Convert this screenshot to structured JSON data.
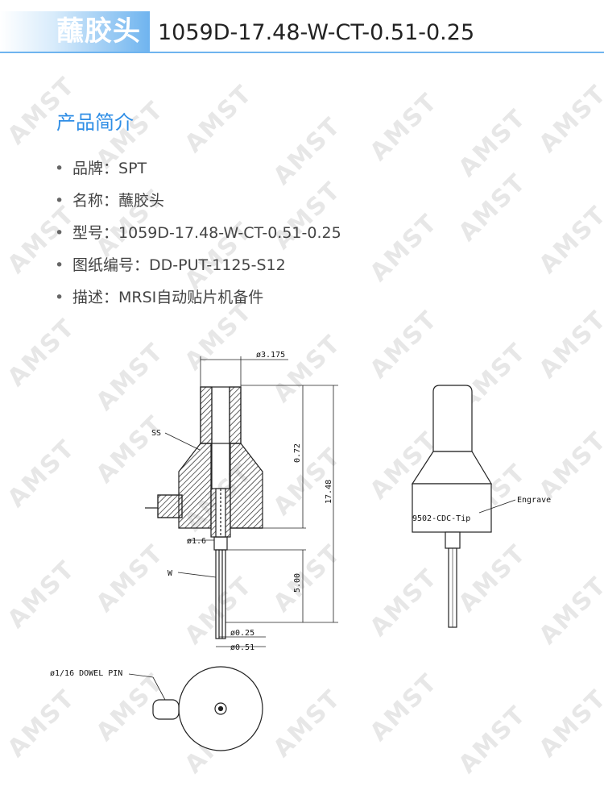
{
  "header": {
    "product_name": "蘸胶头",
    "model": "1059D-17.48-W-CT-0.51-0.25",
    "accent_color": "#6fb4ef"
  },
  "watermark_text": "AMST",
  "section": {
    "title": "产品简介",
    "title_color": "#2f8ee6"
  },
  "info_items": [
    {
      "label": "品牌",
      "sep": "：",
      "value": "SPT"
    },
    {
      "label": "名称",
      "sep": "：",
      "value": "蘸胶头"
    },
    {
      "label": "型号",
      "sep": "：",
      "value": "1059D-17.48-W-CT-0.51-0.25"
    },
    {
      "label": "图纸编号",
      "sep": "：",
      "value": "DD-PUT-1125-S12"
    },
    {
      "label": "描述",
      "sep": "：",
      "value": "MRSI自动贴片机备件"
    }
  ],
  "drawing": {
    "dia_top": "ø3.175",
    "material": "SS",
    "dim_072": "0.72",
    "dim_total": "17.48",
    "dia_16": "ø1.6",
    "wire": "W",
    "dim_500": "5.00",
    "dia_025": "ø0.25",
    "dia_051": "ø0.51",
    "engrave_label": "Engrave",
    "engrave_text": "9502-CDC-Tip",
    "dowel_pin": "ø1/16 DOWEL PIN"
  }
}
